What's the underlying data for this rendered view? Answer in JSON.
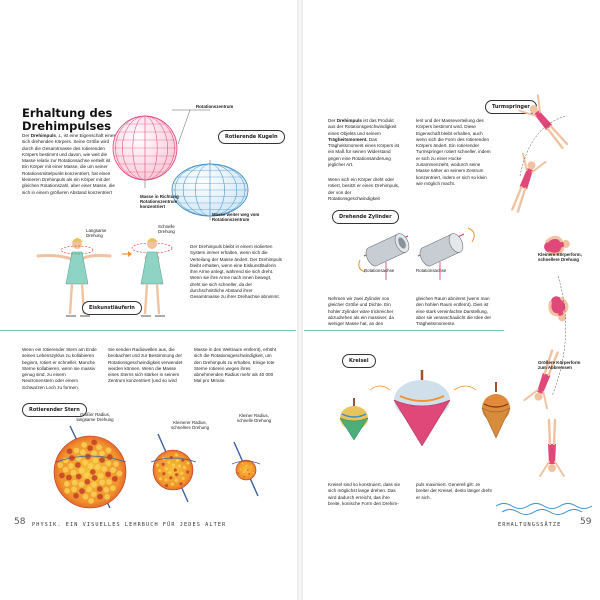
{
  "left": {
    "title_line1": "Erhaltung des",
    "title_line2": "Drehimpulses",
    "intro_html": "Der <b>Drehimpuls</b>, <i>L</i>, ist eine Eigenschaft eines sich drehenden Körpers. Seine Größe wird durch die Gesamtmasse des rotierenden Körpers bestimmt und davon, wie weit die Masse relativ zur Rotationsachse verteilt ist. Ein Körper mit einer Masse, die um seiner Rotationsmittelpunkt konzentriert, hat einen kleineren Drehimpuls als ein Körper mit der gleichen Rotationszahl, aber einer Masse, die sich in einem größeren Abstand konzentriert",
    "label_rotationszentrum": "Rotationszentrum",
    "tag_kugeln": "Rotierende Kugeln",
    "label_masse_konz": "Masse in Richtung Rotationszentrum konzentriert",
    "label_masse_weit": "Masse weiter weg vom Rotationszentrum",
    "label_langsame": "Langsame Drehung",
    "label_schnelle": "Schnelle Drehung",
    "tag_eis": "Eiskunstläuferin",
    "skater_text": "Der Drehimpuls bleibt in einem isolierten System immer erhalten, wenn sich die Verteilung der Masse ändert. Der Drehimpuls bleibt erhalten, wenn eine Eiskunstläuferin ihre Arme anlegt, während sie sich dreht. Wenn sie ihre Arme nach innen bewegt, dreht sie sich schneller, da der durchschnittliche Abstand ihrer Gesamtmasse zu ihrer Drehachse abnimmt.",
    "col1": "Wenn ein rotierender Stern am Ende seines Lebenszyklus zu kollabieren beginnt, rotiert er schneller. Manche Sterne kollabieren, wenn sie massiv genug sind, zu einem Neutronenstern oder einem Schwarzen Loch zu formen.",
    "col2": "Sie senden Radiowellen aus, die beobachtet und zur Bestimmung der Rotationsgeschwindigkeit verwendet werden können. Wenn die Masse eines Sterns sich stärker in seinem Zentrum konzentriert (und so wird",
    "col3": "Masse in den Weltraum entfernt), erhöht sich die Rotationsgeschwindigkeit, um den Drehimpuls zu erhalten. Einige tote Sterne rotieren wegen ihres abnehmenden Radius mehr als 40 000 Mal pro Minute.",
    "tag_stern": "Rotierender Stern",
    "star1": "Großer Radius, langsame Drehung",
    "star2": "Kleinerer Radius, schnellere Drehung",
    "star3": "Kleiner Radius, schnelle Drehung",
    "footer": "PHYSIK. EIN VISUELLES LEHRBUCH FÜR JEDES ALTER",
    "page_no": "58"
  },
  "right": {
    "text1": "Der Drehimpuls ist das Produkt aus der Rotationsgeschwindigkeit eines Objekts und seinem Trägheitsmoment. Das Trägheitsmoment eines Körpers ist ein Maß für seinen Widerstand gegen eine Rotationsänderung jeglicher Art.",
    "text2": "Wenn sich ein Körper dreht oder rotiert, besitzt er einen Drehimpuls, der von der Rotationsgeschwindigkeit",
    "text3": "lerit und der Masseverteilung des Körpers bestimmt wird. Diese Eigenschaft bleibt erhalten, auch wenn sich die Form des rotierenden Körpers ändert. Ein rotierender Turmspringer rotiert schneller, indem er sich zu einer Hocke zusammenzieht, wodurch seine Masse näher an seinem Zentrum konzentriert, indem er sich so klein wie möglich macht.",
    "tag_turm": "Turmspringer",
    "tag_zyl": "Drehende Zylinder",
    "achse1": "Rotationsachse",
    "achse2": "Rotationsachse",
    "zyl_text1": "Nehmen wir zwei Zylinder von gleicher Größe und Dichte. Ein hohler Zylinder wäre trickreicher abzudrehen als ein massiver, da weniger Masse hat, an den",
    "zyl_text2": "gleichen Raum abnimmt (wenn man den hohlen Raum entfernt). Dies ist eine stark vereinfachte Darstellung, aber sie veranschaulicht die Idee der Trägheitsmomente.",
    "tag_kreisel": "Kreisel",
    "kreisel_text1": "Kreisel sind so konstruiert, dass sie sich möglichst lange drehen. Das wird dadurch erreicht, das ihre breite, konische Form den Drehim-",
    "kreisel_text2": "puls maximiert. Generell gilt: Je breiter der Kreisel, desto länger dreht er sich.",
    "diver1": "Kleinere Körperform, schnellere Drehung",
    "diver2": "Größere Körperform zum Abbremsen",
    "footer": "ERHALTUNGSSÄTZE",
    "page_no": "59"
  },
  "colors": {
    "accent": "#6cc9bd",
    "pink": "#e0487a",
    "blue": "#3a8fc9",
    "orange": "#f0932b",
    "red": "#d63a2a",
    "dress": "#8fd3c5",
    "skin": "#f2c2a0"
  }
}
